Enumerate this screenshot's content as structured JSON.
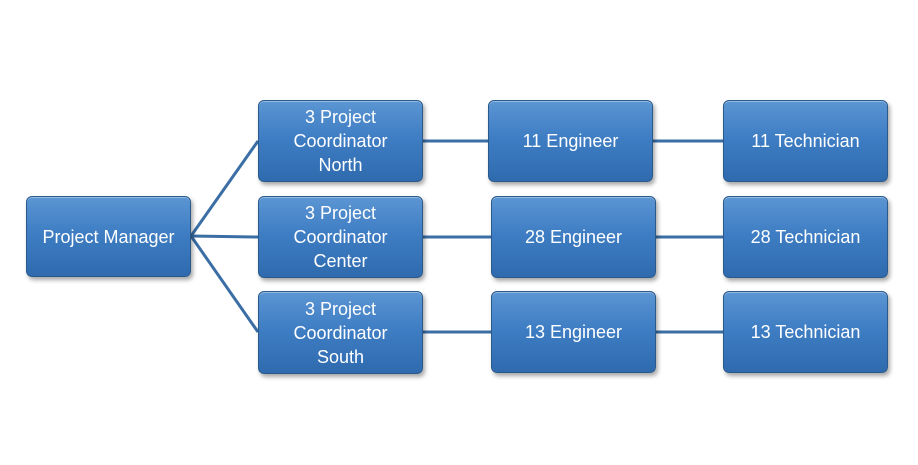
{
  "diagram": {
    "root": {
      "label": "Project Manager"
    },
    "branches": [
      {
        "coordinator": "3 Project\nCoordinator\nNorth",
        "engineer": "11 Engineer",
        "technician": "11 Technician"
      },
      {
        "coordinator": "3 Project\nCoordinator\nCenter",
        "engineer": "28 Engineer",
        "technician": "28 Technician"
      },
      {
        "coordinator": "3 Project\nCoordinator\nSouth",
        "engineer": "13 Engineer",
        "technician": "13 Technician"
      }
    ]
  },
  "colors": {
    "node_fill": "#3f7ec4",
    "node_border": "#2a5a8c",
    "connector": "#3a6ea5",
    "text": "#ffffff"
  }
}
